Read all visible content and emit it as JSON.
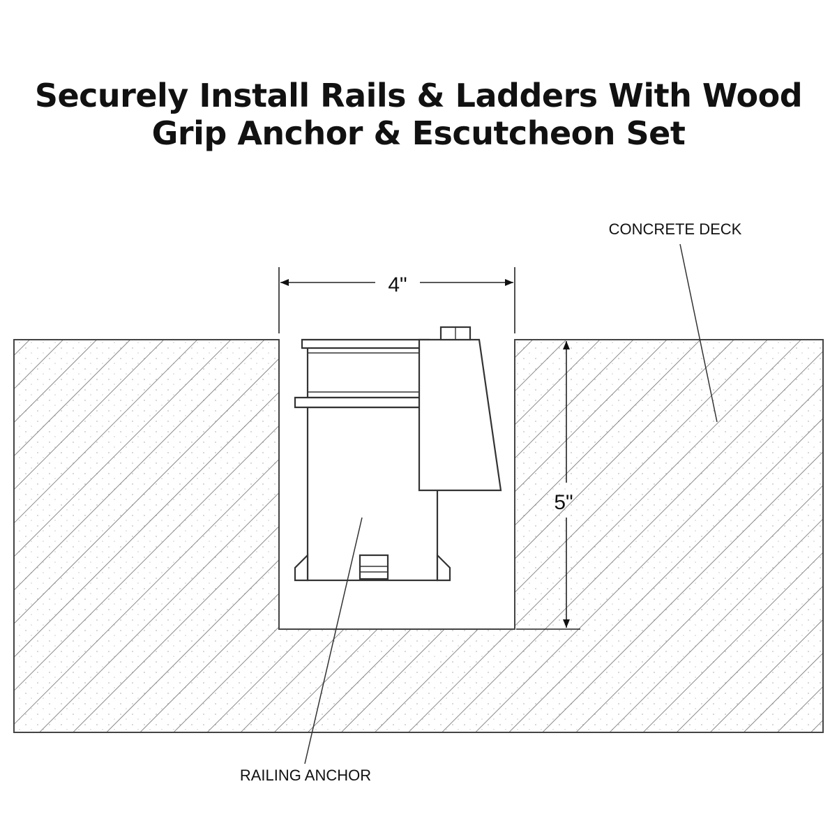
{
  "title": {
    "line1": "Securely Install Rails & Ladders With Wood",
    "line2": "Grip Anchor & Escutcheon Set"
  },
  "labels": {
    "deck": "CONCRETE DECK",
    "anchor": "RAILING ANCHOR",
    "width": "4\"",
    "depth": "5\""
  }
}
